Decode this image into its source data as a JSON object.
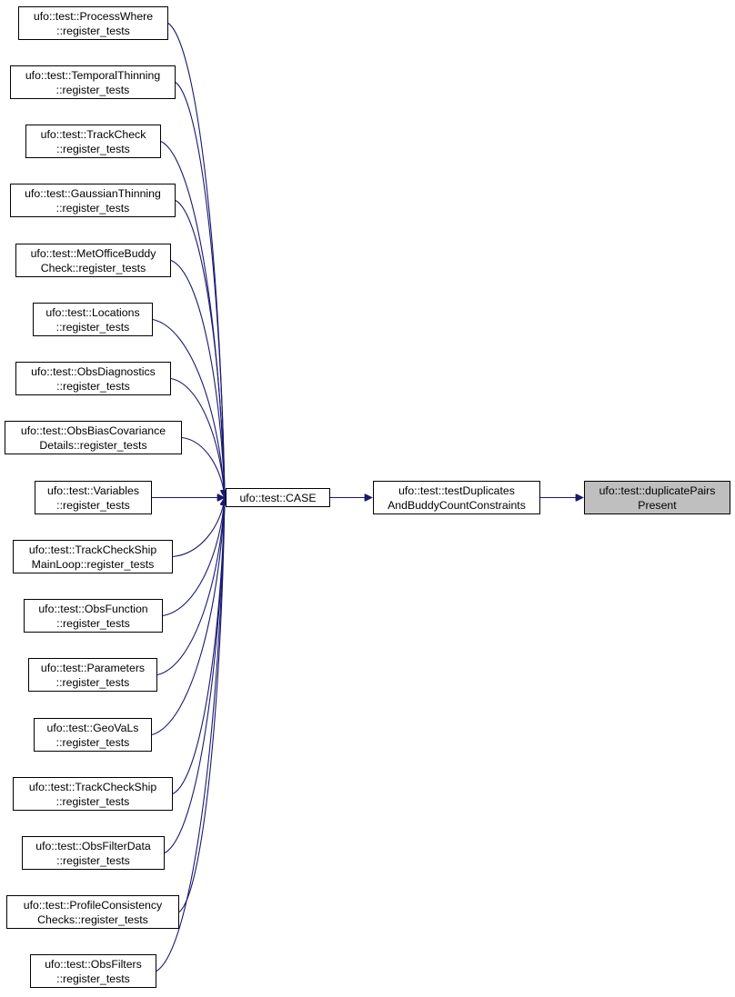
{
  "colors": {
    "edge": "#191970",
    "node_border": "#000000",
    "node_fill": "#ffffff",
    "highlight_fill": "#bfbfbf"
  },
  "nodes": [
    {
      "id": "n_processwhere",
      "lines": [
        "ufo::test::ProcessWhere",
        "::register_tests"
      ]
    },
    {
      "id": "n_temporalthinning",
      "lines": [
        "ufo::test::TemporalThinning",
        "::register_tests"
      ]
    },
    {
      "id": "n_trackcheck",
      "lines": [
        "ufo::test::TrackCheck",
        "::register_tests"
      ]
    },
    {
      "id": "n_gaussianthinning",
      "lines": [
        "ufo::test::GaussianThinning",
        "::register_tests"
      ]
    },
    {
      "id": "n_metofficebuddy",
      "lines": [
        "ufo::test::MetOfficeBuddy",
        "Check::register_tests"
      ]
    },
    {
      "id": "n_locations",
      "lines": [
        "ufo::test::Locations",
        "::register_tests"
      ]
    },
    {
      "id": "n_obsdiagnostics",
      "lines": [
        "ufo::test::ObsDiagnostics",
        "::register_tests"
      ]
    },
    {
      "id": "n_obsbiascov",
      "lines": [
        "ufo::test::ObsBiasCovariance",
        "Details::register_tests"
      ]
    },
    {
      "id": "n_variables",
      "lines": [
        "ufo::test::Variables",
        "::register_tests"
      ]
    },
    {
      "id": "n_trackcheckshipmain",
      "lines": [
        "ufo::test::TrackCheckShip",
        "MainLoop::register_tests"
      ]
    },
    {
      "id": "n_obsfunction",
      "lines": [
        "ufo::test::ObsFunction",
        "::register_tests"
      ]
    },
    {
      "id": "n_parameters",
      "lines": [
        "ufo::test::Parameters",
        "::register_tests"
      ]
    },
    {
      "id": "n_geovals",
      "lines": [
        "ufo::test::GeoVaLs",
        "::register_tests"
      ]
    },
    {
      "id": "n_trackcheckship",
      "lines": [
        "ufo::test::TrackCheckShip",
        "::register_tests"
      ]
    },
    {
      "id": "n_obsfilterdata",
      "lines": [
        "ufo::test::ObsFilterData",
        "::register_tests"
      ]
    },
    {
      "id": "n_profileconsistency",
      "lines": [
        "ufo::test::ProfileConsistency",
        "Checks::register_tests"
      ]
    },
    {
      "id": "n_obsfilters",
      "lines": [
        "ufo::test::ObsFilters",
        "::register_tests"
      ]
    },
    {
      "id": "n_case",
      "lines": [
        "ufo::test::CASE"
      ]
    },
    {
      "id": "n_testduplicates",
      "lines": [
        "ufo::test::testDuplicates",
        "AndBuddyCountConstraints"
      ]
    },
    {
      "id": "n_duplicatepairs",
      "lines": [
        "ufo::test::duplicatePairs",
        "Present"
      ],
      "highlight": true
    }
  ],
  "edges": [
    {
      "from": "n_processwhere",
      "to": "n_case"
    },
    {
      "from": "n_temporalthinning",
      "to": "n_case"
    },
    {
      "from": "n_trackcheck",
      "to": "n_case"
    },
    {
      "from": "n_gaussianthinning",
      "to": "n_case"
    },
    {
      "from": "n_metofficebuddy",
      "to": "n_case"
    },
    {
      "from": "n_locations",
      "to": "n_case"
    },
    {
      "from": "n_obsdiagnostics",
      "to": "n_case"
    },
    {
      "from": "n_obsbiascov",
      "to": "n_case"
    },
    {
      "from": "n_variables",
      "to": "n_case"
    },
    {
      "from": "n_trackcheckshipmain",
      "to": "n_case"
    },
    {
      "from": "n_obsfunction",
      "to": "n_case"
    },
    {
      "from": "n_parameters",
      "to": "n_case"
    },
    {
      "from": "n_geovals",
      "to": "n_case"
    },
    {
      "from": "n_trackcheckship",
      "to": "n_case"
    },
    {
      "from": "n_obsfilterdata",
      "to": "n_case"
    },
    {
      "from": "n_profileconsistency",
      "to": "n_case"
    },
    {
      "from": "n_obsfilters",
      "to": "n_case"
    },
    {
      "from": "n_case",
      "to": "n_testduplicates"
    },
    {
      "from": "n_testduplicates",
      "to": "n_duplicatepairs"
    }
  ]
}
